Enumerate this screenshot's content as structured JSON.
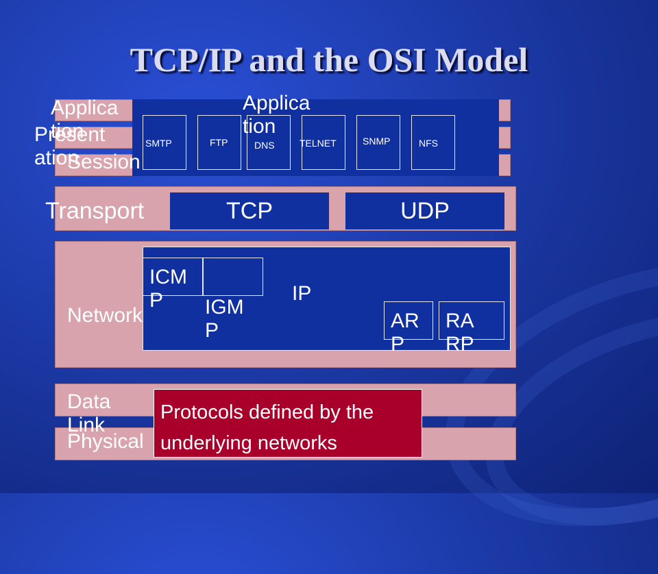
{
  "title": "TCP/IP and the OSI Model",
  "layers": {
    "application": "Applica tion",
    "presentation": "Present ation",
    "session": "Session",
    "transport": "Transport",
    "network": "Network",
    "datalink": "Data Link",
    "physical": "Physical"
  },
  "app_group_label": "Applica tion",
  "app_protocols": [
    "SMTP",
    "FTP",
    "DNS",
    "TELNET",
    "SNMP",
    "NFS"
  ],
  "transport_protocols": {
    "tcp": "TCP",
    "udp": "UDP"
  },
  "network_protocols": {
    "icmp": "ICMP",
    "igmp": "IGMP",
    "ip": "IP",
    "arp": "ARP",
    "rarp": "RARP"
  },
  "lower_note": "Protocols defined by the underlying networks"
}
